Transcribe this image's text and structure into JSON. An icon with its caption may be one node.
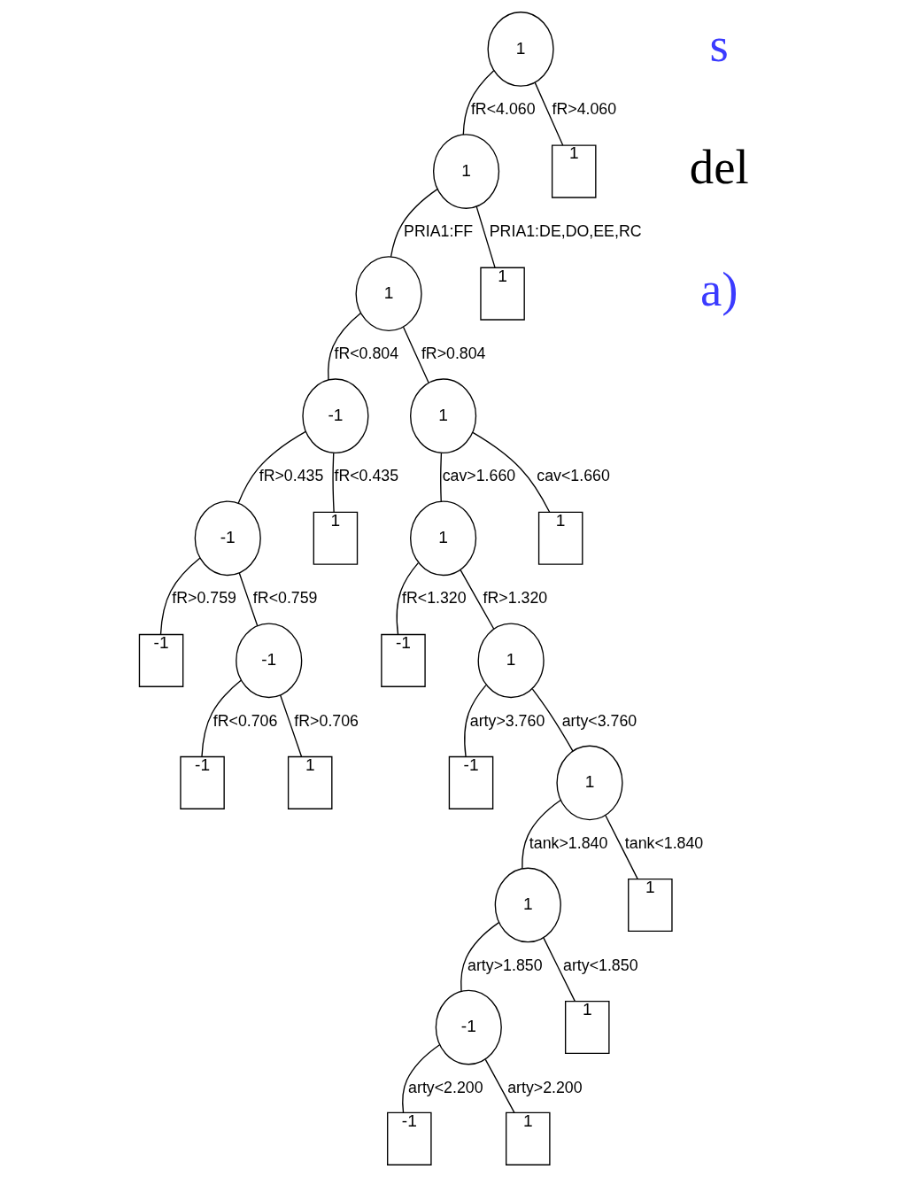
{
  "diagram": {
    "nodes": [
      {
        "text": [
          "1"
        ]
      },
      {
        "text": [
          "1"
        ]
      },
      {
        "text": [
          "1"
        ]
      },
      {
        "text": [
          "1"
        ]
      },
      {
        "text": [
          "1"
        ]
      },
      {
        "text": [
          "-1"
        ]
      },
      {
        "text": [
          "1"
        ]
      },
      {
        "text": [
          "-1"
        ]
      },
      {
        "text": [
          "1"
        ]
      },
      {
        "text": [
          "1"
        ]
      },
      {
        "text": [
          "1"
        ]
      },
      {
        "text": [
          "-1"
        ]
      },
      {
        "text": [
          "-1"
        ]
      },
      {
        "text": [
          "-1"
        ]
      },
      {
        "text": [
          "1"
        ]
      },
      {
        "text": [
          "-1"
        ]
      },
      {
        "text": [
          "1"
        ]
      },
      {
        "text": [
          "-1"
        ]
      },
      {
        "text": [
          "1"
        ]
      },
      {
        "text": [
          "1"
        ]
      },
      {
        "text": [
          "1"
        ]
      },
      {
        "text": [
          "-1"
        ]
      },
      {
        "text": [
          "1"
        ]
      },
      {
        "text": [
          "-1"
        ]
      },
      {
        "text": [
          "1"
        ]
      }
    ],
    "edges": [
      {
        "from": 0,
        "to": 1,
        "arrow": "none",
        "label": "fR<4.060"
      },
      {
        "from": 0,
        "to": 2,
        "arrow": "none",
        "label": "fR>4.060"
      },
      {
        "from": 1,
        "to": 3,
        "arrow": "none",
        "label": "PRIA1:FF"
      },
      {
        "from": 1,
        "to": 4,
        "arrow": "none",
        "label": "PRIA1:DE,DO,EE,RC"
      },
      {
        "from": 3,
        "to": 5,
        "arrow": "none",
        "label": "fR<0.804"
      },
      {
        "from": 3,
        "to": 6,
        "arrow": "none",
        "label": "fR>0.804"
      },
      {
        "from": 5,
        "to": 7,
        "arrow": "none",
        "label": "fR>0.435"
      },
      {
        "from": 5,
        "to": 8,
        "arrow": "none",
        "label": "fR<0.435"
      },
      {
        "from": 6,
        "to": 9,
        "arrow": "none",
        "label": "cav>1.660"
      },
      {
        "from": 6,
        "to": 10,
        "arrow": "none",
        "label": "cav<1.660"
      },
      {
        "from": 7,
        "to": 11,
        "arrow": "none",
        "label": "fR>0.759"
      },
      {
        "from": 7,
        "to": 12,
        "arrow": "none",
        "label": "fR<0.759"
      },
      {
        "from": 9,
        "to": 13,
        "arrow": "none",
        "label": "fR<1.320"
      },
      {
        "from": 9,
        "to": 14,
        "arrow": "none",
        "label": "fR>1.320"
      },
      {
        "from": 12,
        "to": 15,
        "arrow": "none",
        "label": "fR<0.706"
      },
      {
        "from": 12,
        "to": 16,
        "arrow": "none",
        "label": "fR>0.706"
      },
      {
        "from": 14,
        "to": 17,
        "arrow": "none",
        "label": "arty>3.760"
      },
      {
        "from": 14,
        "to": 18,
        "arrow": "none",
        "label": "arty<3.760"
      },
      {
        "from": 18,
        "to": 19,
        "arrow": "none",
        "label": "tank>1.840"
      },
      {
        "from": 18,
        "to": 20,
        "arrow": "none",
        "label": "tank<1.840"
      },
      {
        "from": 19,
        "to": 21,
        "arrow": "none",
        "label": "arty>1.850"
      },
      {
        "from": 19,
        "to": 22,
        "arrow": "none",
        "label": "arty<1.850"
      },
      {
        "from": 21,
        "to": 23,
        "arrow": "none",
        "label": "arty<2.200"
      },
      {
        "from": 21,
        "to": 24,
        "arrow": "none",
        "label": "arty>2.200"
      }
    ],
    "labels": [
      "s",
      "del",
      "a)"
    ]
  }
}
